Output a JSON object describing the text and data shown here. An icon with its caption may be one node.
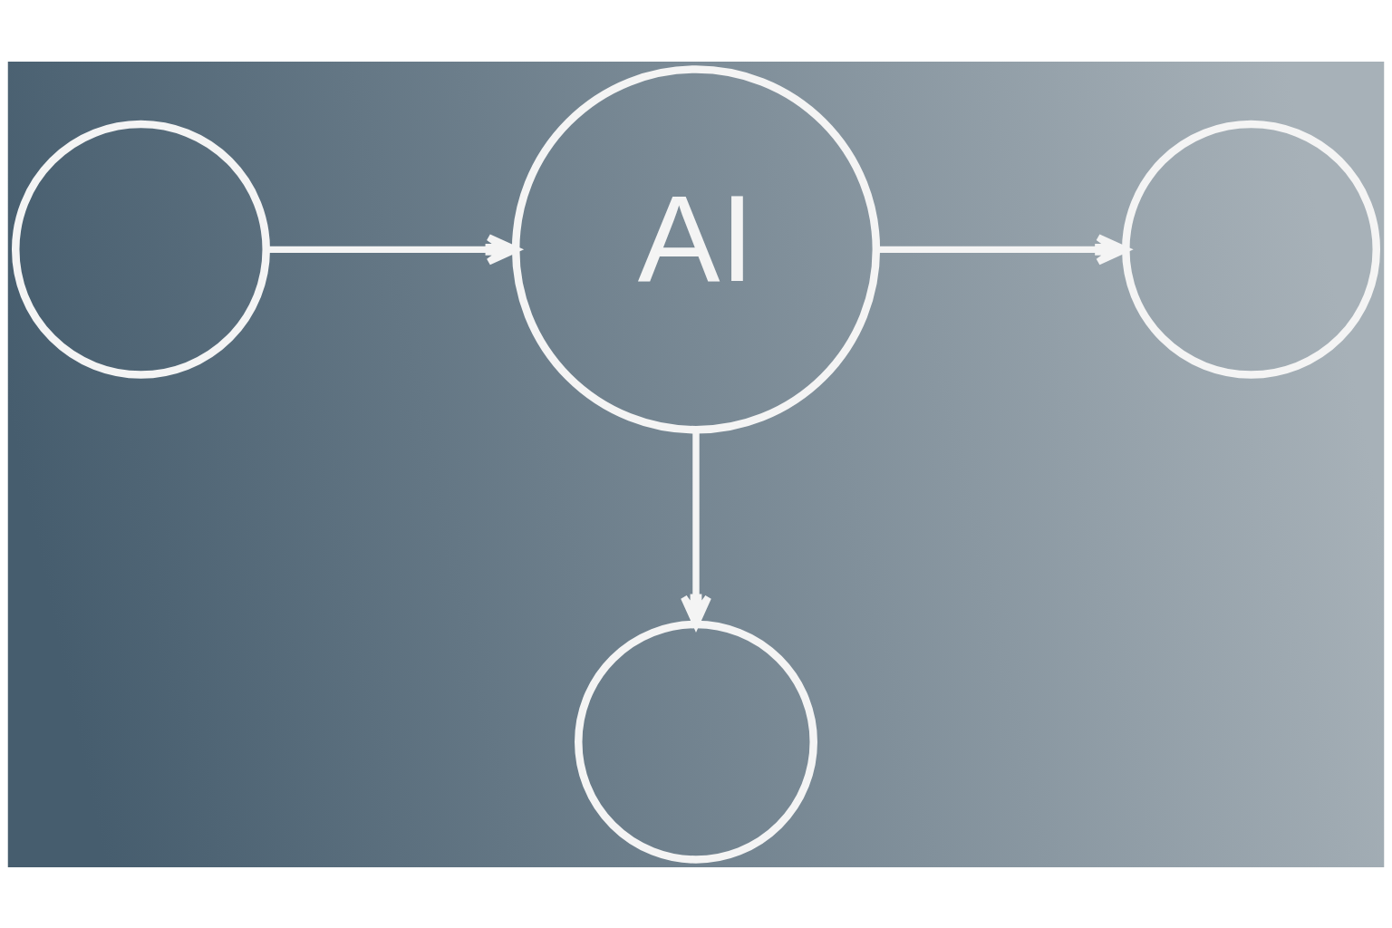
{
  "diagram": {
    "nodes": [
      {
        "text": [],
        "shape": "circle"
      },
      {
        "text": [
          "AI"
        ]
      },
      {
        "text": [],
        "shape": "circle"
      },
      {
        "text": [],
        "shape": "circle"
      }
    ],
    "edges": [
      {
        "from": 0,
        "to": 1,
        "arrow": "to"
      },
      {
        "from": 1,
        "to": 2,
        "arrow": "to"
      },
      {
        "from": 1,
        "to": 3,
        "arrow": "to"
      }
    ]
  }
}
